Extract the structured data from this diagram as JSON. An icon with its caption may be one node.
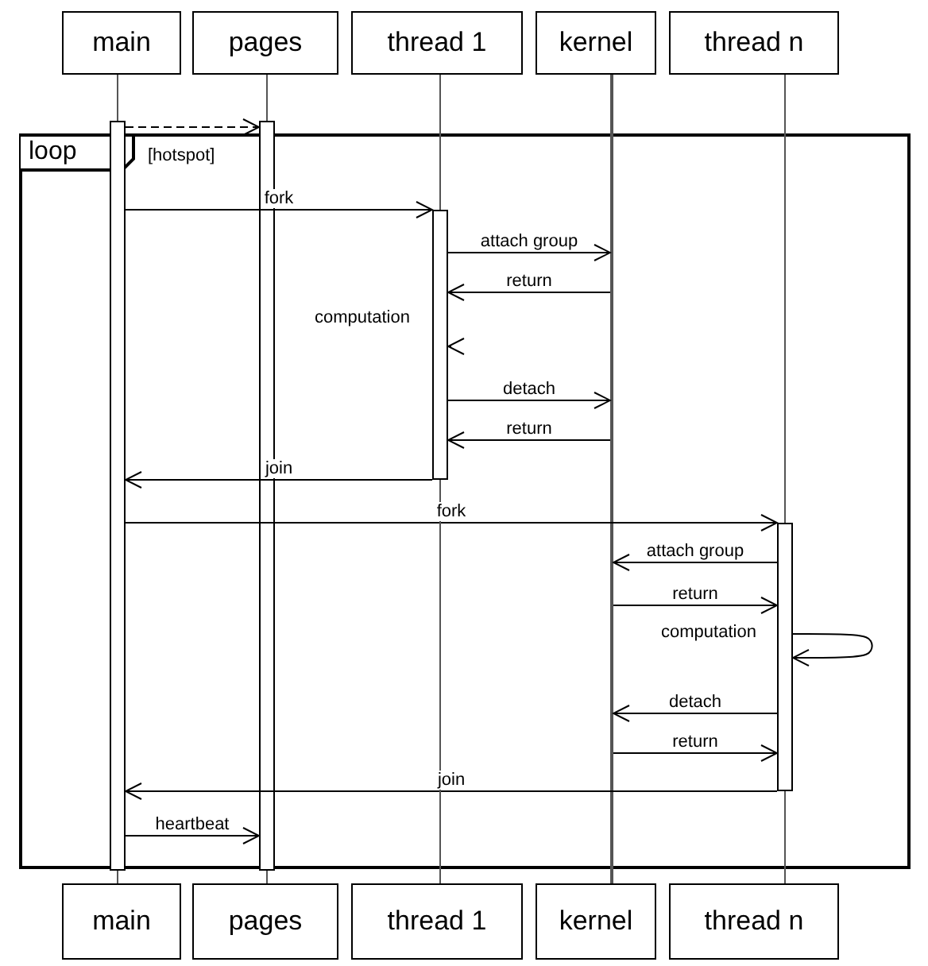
{
  "diagram": {
    "nodes": [
      {
        "text": [
          "main"
        ]
      },
      {
        "text": [
          "pages"
        ]
      },
      {
        "text": [
          "thread 1"
        ]
      },
      {
        "text": [
          "kernel"
        ]
      },
      {
        "text": [
          "thread n"
        ]
      },
      {
        "text": [],
        "shape": "bar"
      },
      {
        "text": [],
        "shape": "bar"
      },
      {
        "text": [],
        "shape": "bar"
      },
      {
        "text": [],
        "shape": "line"
      },
      {
        "text": [],
        "shape": "bar"
      },
      {
        "text": [
          "main"
        ]
      },
      {
        "text": [
          "pages"
        ]
      },
      {
        "text": [
          "thread 1"
        ]
      },
      {
        "text": [
          "kernel"
        ]
      },
      {
        "text": [
          "thread n"
        ]
      }
    ],
    "edges": [
      {
        "from": 5,
        "to": 6,
        "arrow": "to",
        "style": "dashed"
      },
      {
        "from": 5,
        "to": 7,
        "arrow": "to",
        "label": "fork"
      },
      {
        "from": 7,
        "to": 8,
        "arrow": "to",
        "label": "attach group"
      },
      {
        "from": 8,
        "to": 7,
        "arrow": "to",
        "label": "return"
      },
      {
        "from": 7,
        "to": 7,
        "arrow": "to",
        "label": "computation"
      },
      {
        "from": 7,
        "to": 8,
        "arrow": "to",
        "label": "detach"
      },
      {
        "from": 8,
        "to": 7,
        "arrow": "to",
        "label": "return"
      },
      {
        "from": 7,
        "to": 5,
        "arrow": "to",
        "label": "join"
      },
      {
        "from": 5,
        "to": 9,
        "arrow": "to",
        "label": "fork"
      },
      {
        "from": 9,
        "to": 8,
        "arrow": "to",
        "label": "attach group"
      },
      {
        "from": 8,
        "to": 9,
        "arrow": "to",
        "label": "return"
      },
      {
        "from": 9,
        "to": 9,
        "arrow": "to",
        "label": "computation"
      },
      {
        "from": 9,
        "to": 8,
        "arrow": "to",
        "label": "detach"
      },
      {
        "from": 8,
        "to": 9,
        "arrow": "to",
        "label": "return"
      },
      {
        "from": 9,
        "to": 5,
        "arrow": "to",
        "label": "join"
      },
      {
        "from": 5,
        "to": 6,
        "arrow": "to",
        "label": "heartbeat"
      },
      {
        "from": 0,
        "to": 5,
        "arrow": "none",
        "color": "#555555"
      },
      {
        "from": 5,
        "to": 10,
        "arrow": "none",
        "color": "#555555"
      },
      {
        "from": 1,
        "to": 6,
        "arrow": "none",
        "color": "#555555"
      },
      {
        "from": 6,
        "to": 11,
        "arrow": "none",
        "color": "#555555"
      },
      {
        "from": 2,
        "to": 7,
        "arrow": "none",
        "color": "#555555"
      },
      {
        "from": 7,
        "to": 12,
        "arrow": "none",
        "color": "#555555"
      },
      {
        "from": 4,
        "to": 9,
        "arrow": "none",
        "color": "#555555"
      },
      {
        "from": 9,
        "to": 14,
        "arrow": "none",
        "color": "#555555"
      }
    ],
    "labels": [
      "loop",
      "[hotspot]"
    ]
  }
}
